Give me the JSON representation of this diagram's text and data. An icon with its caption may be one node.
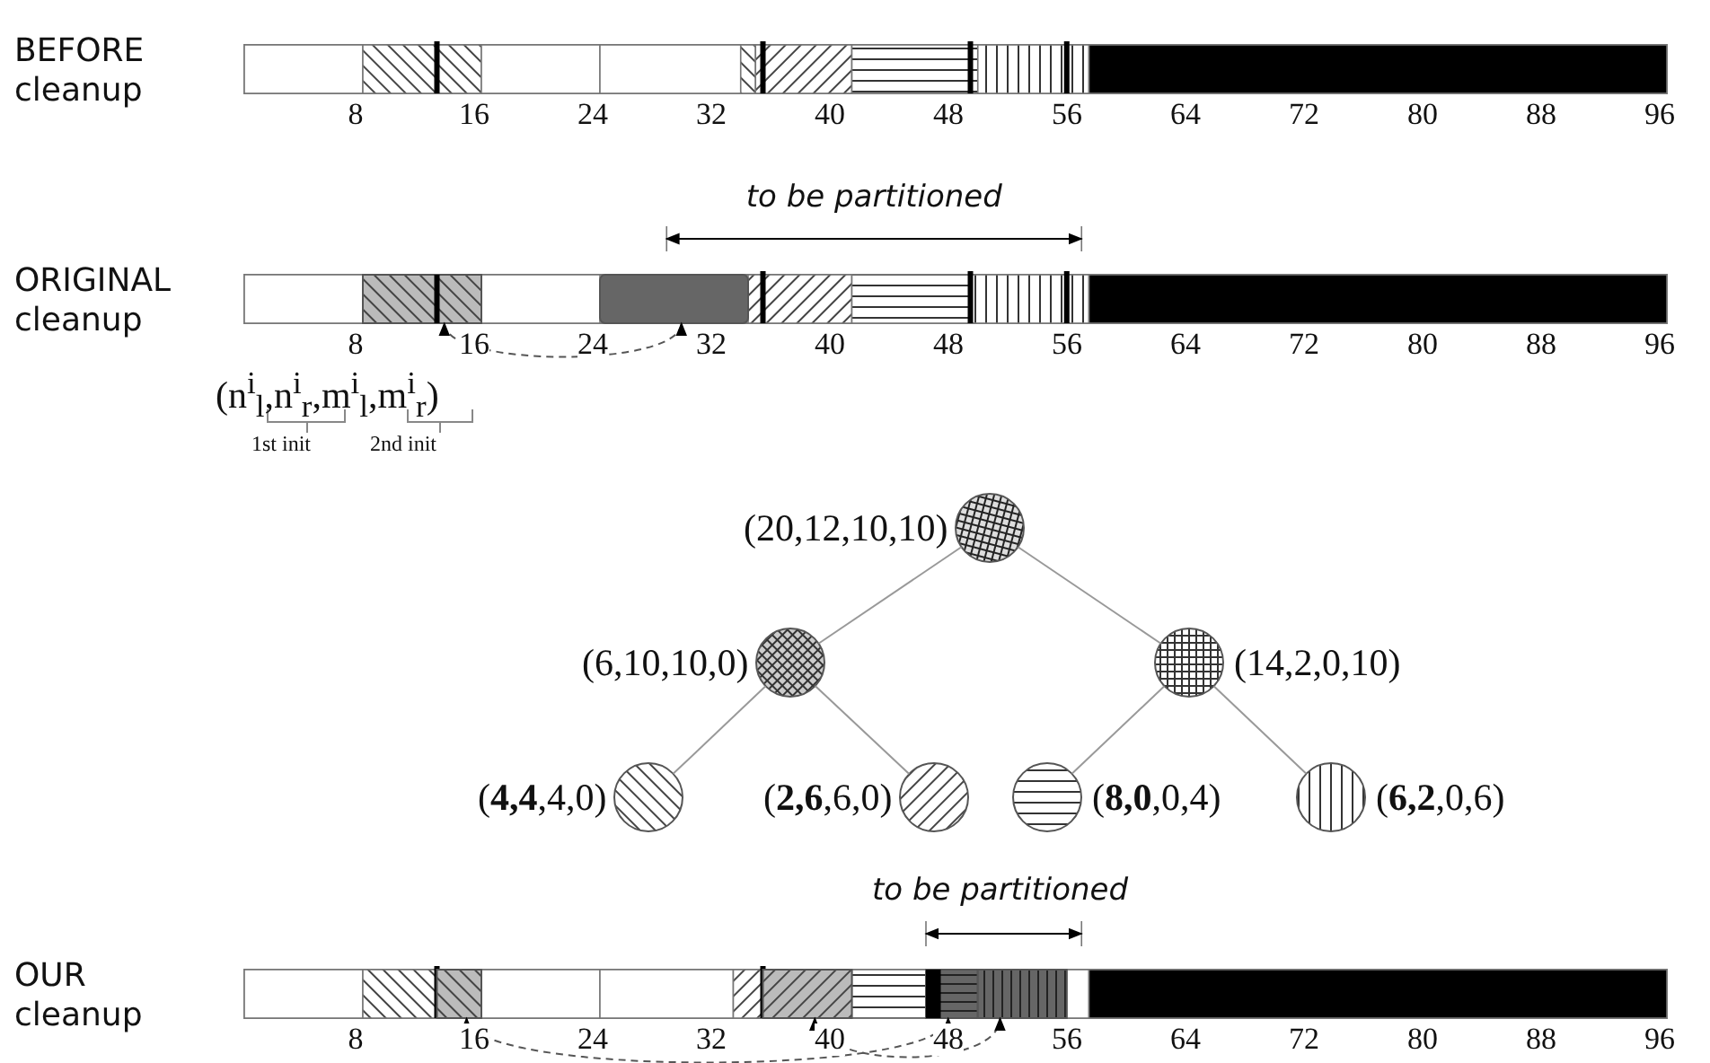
{
  "diagram": {
    "nodes": [
      {
        "text": [],
        "shape": "bar"
      },
      {
        "text": [],
        "shape": "bar"
      },
      {
        "text": [],
        "shape": "circle",
        "beside": [
          "(20,12,10,10)"
        ]
      },
      {
        "text": [],
        "shape": "circle",
        "beside": [
          "(6,10,10,0)"
        ]
      },
      {
        "text": [],
        "shape": "circle",
        "beside": [
          "(14,2,0,10)"
        ]
      },
      {
        "text": [],
        "shape": "circle",
        "beside": [
          "(**4,4**,4,0)"
        ]
      },
      {
        "text": [],
        "shape": "circle",
        "beside": [
          "(**2,6**,6,0)"
        ]
      },
      {
        "text": [],
        "shape": "circle",
        "beside": [
          "(**8,0**,0,4)"
        ]
      },
      {
        "text": [],
        "shape": "circle",
        "beside": [
          "(**6,2**,0,6)"
        ]
      },
      {
        "text": [],
        "shape": "bar"
      },
      {
        "text": [],
        "shape": "bar"
      },
      {
        "text": [],
        "shape": "bar"
      },
      {
        "text": [],
        "shape": "bar"
      }
    ],
    "edges": [
      {
        "from": 0,
        "to": 1,
        "arrow": "both",
        "style": "dashed"
      },
      {
        "from": 2,
        "to": 3,
        "arrow": "none"
      },
      {
        "from": 2,
        "to": 4,
        "arrow": "none"
      },
      {
        "from": 3,
        "to": 5,
        "arrow": "none"
      },
      {
        "from": 3,
        "to": 6,
        "arrow": "none"
      },
      {
        "from": 4,
        "to": 7,
        "arrow": "none"
      },
      {
        "from": 4,
        "to": 8,
        "arrow": "none"
      },
      {
        "from": 9,
        "to": 11,
        "arrow": "both",
        "style": "dashed"
      },
      {
        "from": 10,
        "to": 12,
        "arrow": "both",
        "style": "dashed"
      }
    ],
    "labels": [
      "BEFORE cleanup",
      "8",
      "16",
      "24",
      "32",
      "40",
      "48",
      "56",
      "64",
      "72",
      "80",
      "88",
      "96",
      "to be partitioned",
      "ORIGINAL cleanup",
      "8",
      "16",
      "24",
      "32",
      "40",
      "48",
      "56",
      "64",
      "72",
      "80",
      "88",
      "96",
      "(n$^{i}$$_{l}$,n$^{i}$$_{r}$,m$^{i}$$_{l}$,m$^{i}$$_{r}$)",
      "1st init",
      "2nd init",
      "to be partitioned",
      "OUR cleanup",
      "8",
      "16",
      "24",
      "32",
      "40",
      "48",
      "56",
      "64",
      "72",
      "80",
      "88",
      "96"
    ]
  }
}
